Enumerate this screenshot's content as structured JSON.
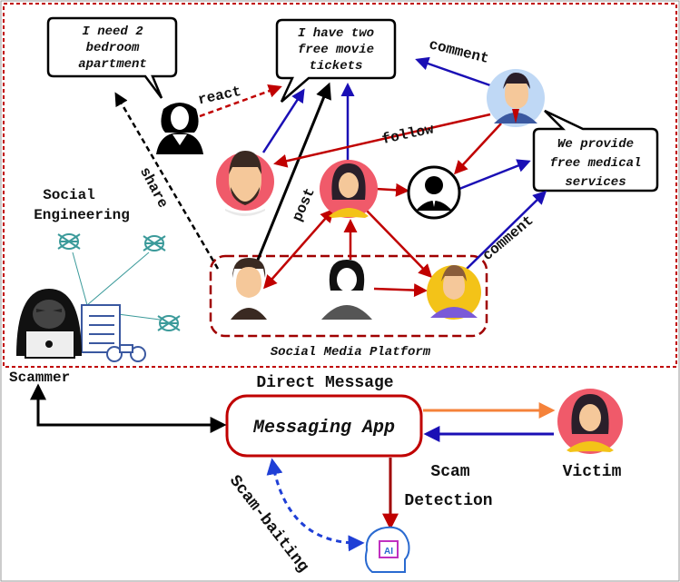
{
  "bubbles": {
    "apartment": [
      "I need 2",
      "bedroom",
      "apartment"
    ],
    "tickets": [
      "I have two",
      "free movie",
      "tickets"
    ],
    "medical": [
      "We provide",
      "free medical",
      "services"
    ]
  },
  "edges": {
    "react": "react",
    "comment_top": "comment",
    "follow": "follow",
    "share": "share",
    "post": "post",
    "comment_right": "comment"
  },
  "labels": {
    "social_engineering_line1": "Social",
    "social_engineering_line2": "Engineering",
    "scammer": "Scammer",
    "platform": "Social Media Platform",
    "direct_message": "Direct Message",
    "messaging_app": "Messaging App",
    "victim": "Victim",
    "scam_detection_line1": "Scam",
    "scam_detection_line2": "Detection",
    "scam_baiting": "Scam-baiting",
    "ai_chip": "AI"
  },
  "colors": {
    "red": "#c00000",
    "blue": "#1a0fb5",
    "black": "#000000",
    "orange": "#f5823a",
    "teal": "#3b9a9a",
    "dashed_blue": "#1f3fd6"
  }
}
